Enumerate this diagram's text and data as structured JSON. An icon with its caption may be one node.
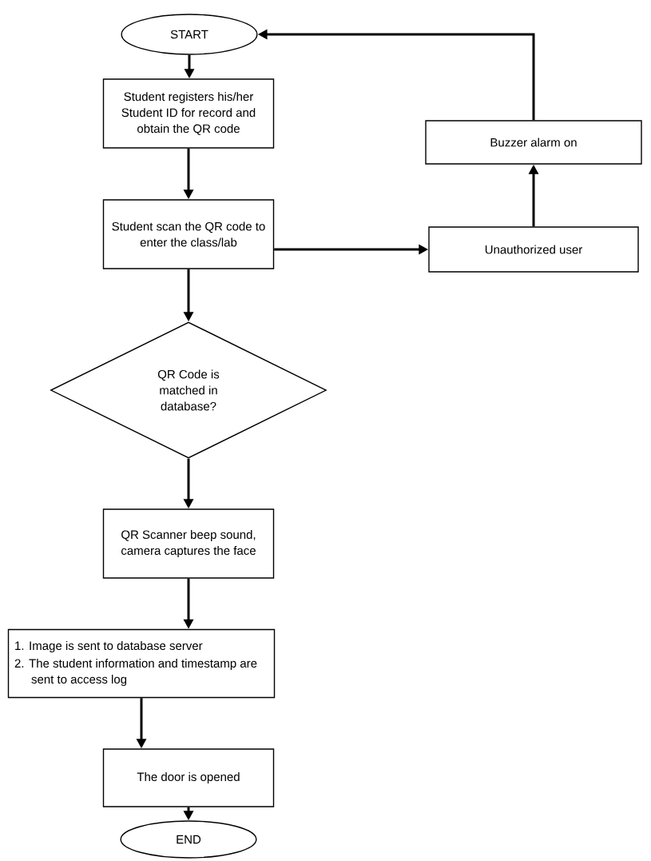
{
  "diagram": {
    "nodes": [
      {
        "text": [
          "START"
        ]
      },
      {
        "text": [
          "Student registers his/her Student ID for record and obtain the QR code"
        ]
      },
      {
        "text": [
          "Student scan the QR code to enter the class/lab"
        ]
      },
      {
        "text": [
          "QR Code is matched in database?"
        ]
      },
      {
        "text": [
          "QR Scanner beep sound, camera captures the face"
        ]
      },
      {
        "text": [
          "1. Image is sent to database server",
          "2. The student information and timestamp are sent to access log"
        ]
      },
      {
        "text": [
          "The door is opened"
        ]
      },
      {
        "text": [
          "END"
        ]
      },
      {
        "text": [
          "Unauthorized user"
        ]
      },
      {
        "text": [
          "Buzzer alarm on"
        ]
      }
    ],
    "edges": [
      {
        "from": 0,
        "to": 1,
        "arrow": "to"
      },
      {
        "from": 1,
        "to": 2,
        "arrow": "to"
      },
      {
        "from": 2,
        "to": 3,
        "arrow": "to"
      },
      {
        "from": 3,
        "to": 4,
        "arrow": "to"
      },
      {
        "from": 4,
        "to": 5,
        "arrow": "to"
      },
      {
        "from": 5,
        "to": 6,
        "arrow": "to"
      },
      {
        "from": 6,
        "to": 7,
        "arrow": "to"
      },
      {
        "from": 2,
        "to": 8,
        "arrow": "to"
      },
      {
        "from": 8,
        "to": 9,
        "arrow": "to"
      },
      {
        "from": 9,
        "to": 0,
        "arrow": "to"
      }
    ]
  }
}
